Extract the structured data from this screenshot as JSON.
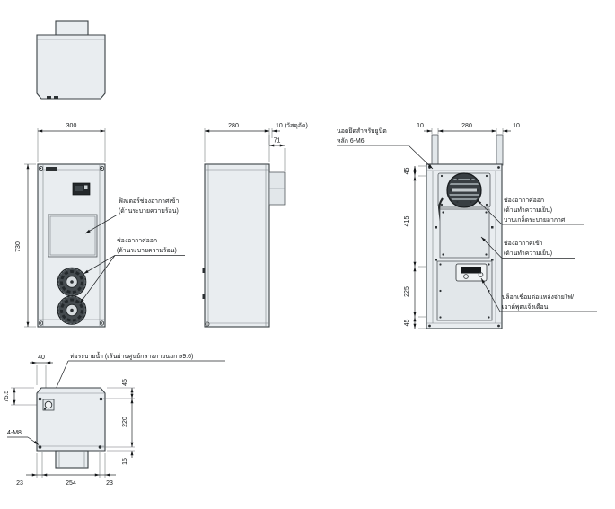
{
  "drawing_title": "cooling-unit-dimensional-drawing",
  "colors": {
    "line": "#3a4044",
    "body_fill": "#e9edf0",
    "panel_fill": "#e2e7ea",
    "dark_detail": "#383e42",
    "text": "#15181a",
    "background": "#ffffff"
  },
  "front_view": {
    "dim_width": "300",
    "dim_height": "730",
    "filter_label_1": "ฟิลเตอร์ช่องอากาศเข้า",
    "filter_label_2": "(ด้านระบายความร้อน)",
    "outlet_label_1": "ช่องอากาศออก",
    "outlet_label_2": "(ด้านระบายความร้อน)"
  },
  "side_view": {
    "dim_depth": "280",
    "dim_packing": "10 (วัสดุอัด)",
    "dim_louver": "71"
  },
  "rear_view": {
    "dim_left_offset": "10",
    "dim_width": "280",
    "dim_right_offset": "10",
    "dim_top": "45",
    "dim_upper": "415",
    "dim_lower": "225",
    "dim_bottom": "45",
    "nut_label_1": "นอตยึดสำหรับยูนิต",
    "nut_label_2": "หลัก 6-M6",
    "outlet_label_1": "ช่องอากาศออก",
    "outlet_label_2": "(ด้านทำความเย็น)",
    "outlet_label_3": "บานเกล็ดระบายอากาศ",
    "inlet_label_1": "ช่องอากาศเข้า",
    "inlet_label_2": "(ด้านทำความเย็น)",
    "power_label_1": "บล็อกเชื่อมต่อแหล่งจ่ายไฟ/",
    "power_label_2": "เอาต์พุตแจ้งเตือน"
  },
  "bottom_view": {
    "drain_label": "ท่อระบายน้ำ (เส้นผ่านศูนย์กลางภายนอก ø9.6)",
    "screw_label": "4-M8",
    "dim_drain_x": "40",
    "dim_drain_y": "75.5",
    "dim_right_top": "45",
    "dim_right_mid": "220",
    "dim_right_bottom": "15",
    "dim_bottom_left": "23",
    "dim_bottom_mid": "254",
    "dim_bottom_right": "23"
  }
}
